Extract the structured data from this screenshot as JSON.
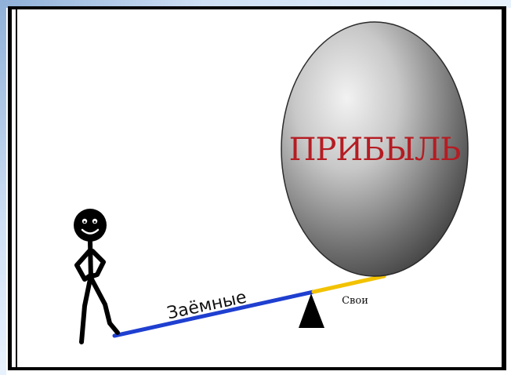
{
  "diagram": {
    "ball_label": "ПРИБЫЛЬ",
    "borrowed_label": "Заёмные",
    "own_label": "Свои"
  },
  "colors": {
    "borrowed_segment": "#1f3fd0",
    "own_segment": "#f2c200",
    "ball_label": "#b51c22",
    "fulcrum": "#000000",
    "figure": "#000000"
  },
  "icons": {
    "figure": "stick-figure-icon",
    "fulcrum": "fulcrum-triangle-icon"
  }
}
